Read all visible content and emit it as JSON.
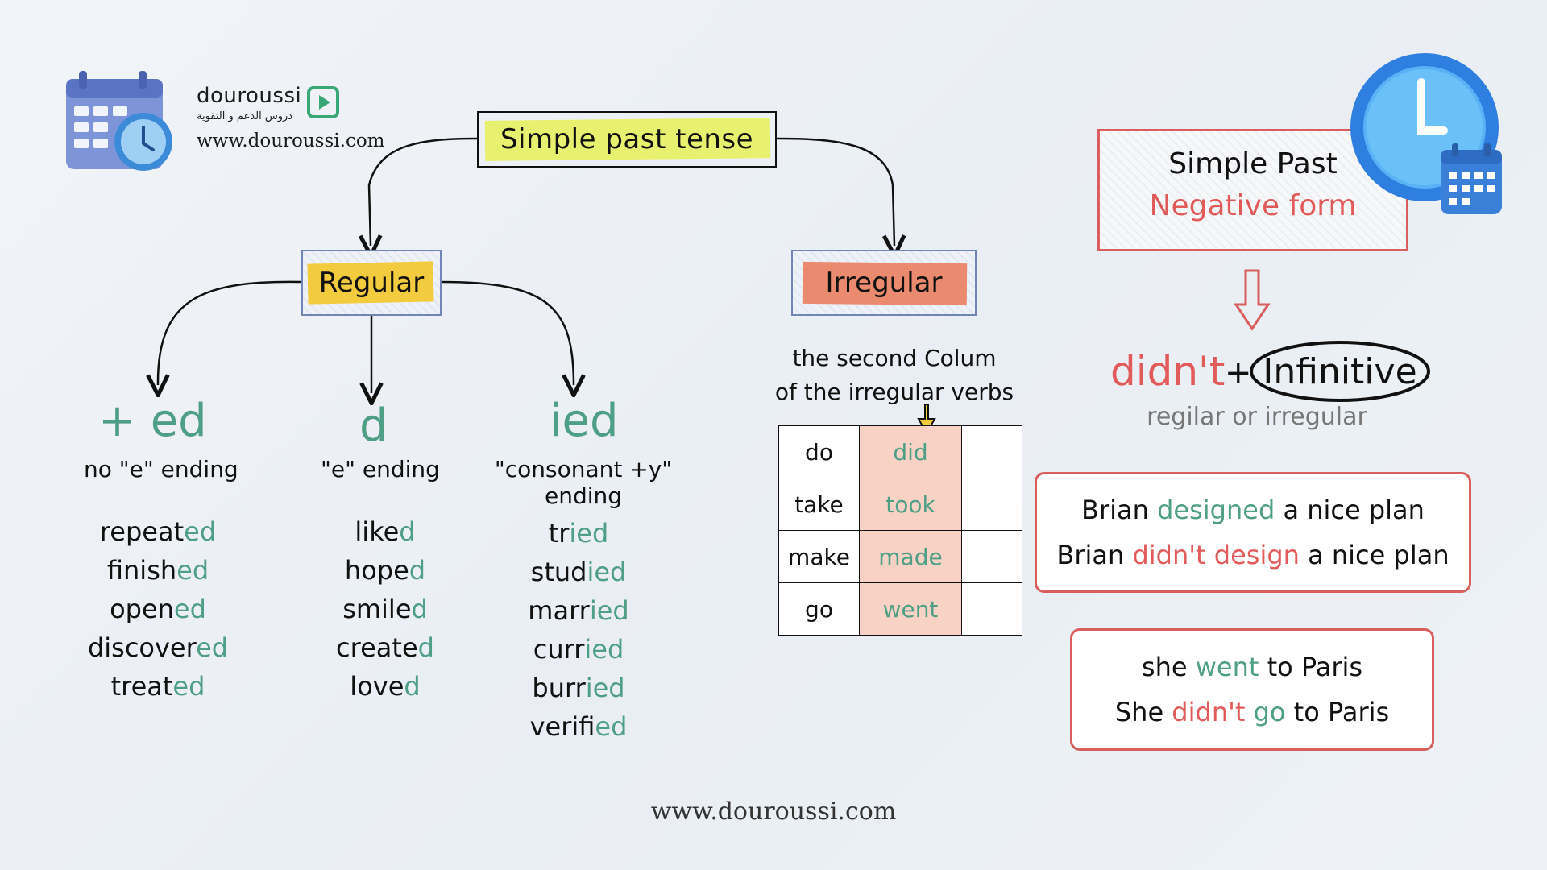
{
  "brand": {
    "name": "douroussi",
    "tagline_ar": "دروس الدعم و التقوية",
    "url": "www.douroussi.com"
  },
  "root": {
    "label": "Simple past tense"
  },
  "regular": {
    "label": "Regular",
    "columns": [
      {
        "head": "+ ed",
        "sub": "no \"e\" ending",
        "verbs": [
          [
            "repeat",
            "ed"
          ],
          [
            "finish",
            "ed"
          ],
          [
            "open",
            "ed"
          ],
          [
            "discover",
            "ed"
          ],
          [
            "treat",
            "ed"
          ]
        ]
      },
      {
        "head": "d",
        "sub": "\"e\" ending",
        "verbs": [
          [
            "like",
            "d"
          ],
          [
            "hope",
            "d"
          ],
          [
            "smile",
            "d"
          ],
          [
            "create",
            "d"
          ],
          [
            "love",
            "d"
          ]
        ]
      },
      {
        "head": "ied",
        "sub": "\"consonant +y\" ending",
        "verbs": [
          [
            "tr",
            "ied"
          ],
          [
            "stud",
            "ied"
          ],
          [
            "marr",
            "ied"
          ],
          [
            "curr",
            "ied"
          ],
          [
            "burr",
            "ied"
          ],
          [
            "verif",
            "ied"
          ]
        ]
      }
    ]
  },
  "irregular": {
    "label": "Irregular",
    "note_line1": "the second Colum",
    "note_line2": "of the irregular verbs",
    "rows": [
      {
        "base": "do",
        "past": "did"
      },
      {
        "base": "take",
        "past": "took"
      },
      {
        "base": "make",
        "past": "made"
      },
      {
        "base": "go",
        "past": "went"
      }
    ]
  },
  "negative": {
    "title": "Simple Past",
    "subtitle": "Negative form",
    "formula_aux": "didn't",
    "formula_plus": "+",
    "formula_verb": "Infinitive",
    "formula_note": "regilar or irregular"
  },
  "examples": [
    {
      "l1_a": "Brian",
      "l1_b": "designed",
      "l1_c": "a nice plan",
      "l2_a": "Brian",
      "l2_b": "didn't design",
      "l2_c": "a nice plan"
    },
    {
      "l1_a": "she",
      "l1_b": "went",
      "l1_c": "to Paris",
      "l2_a": "She",
      "l2_b": "didn't",
      "l2_c_green": "go",
      "l2_d": "to Paris"
    }
  ],
  "colors": {
    "accent_green": "#4f9f86",
    "accent_red": "#e15b5b",
    "highlight_yellow": "#e8f06f",
    "regular_fill": "#f2cb3e",
    "irregular_fill": "#ea8a6e"
  }
}
